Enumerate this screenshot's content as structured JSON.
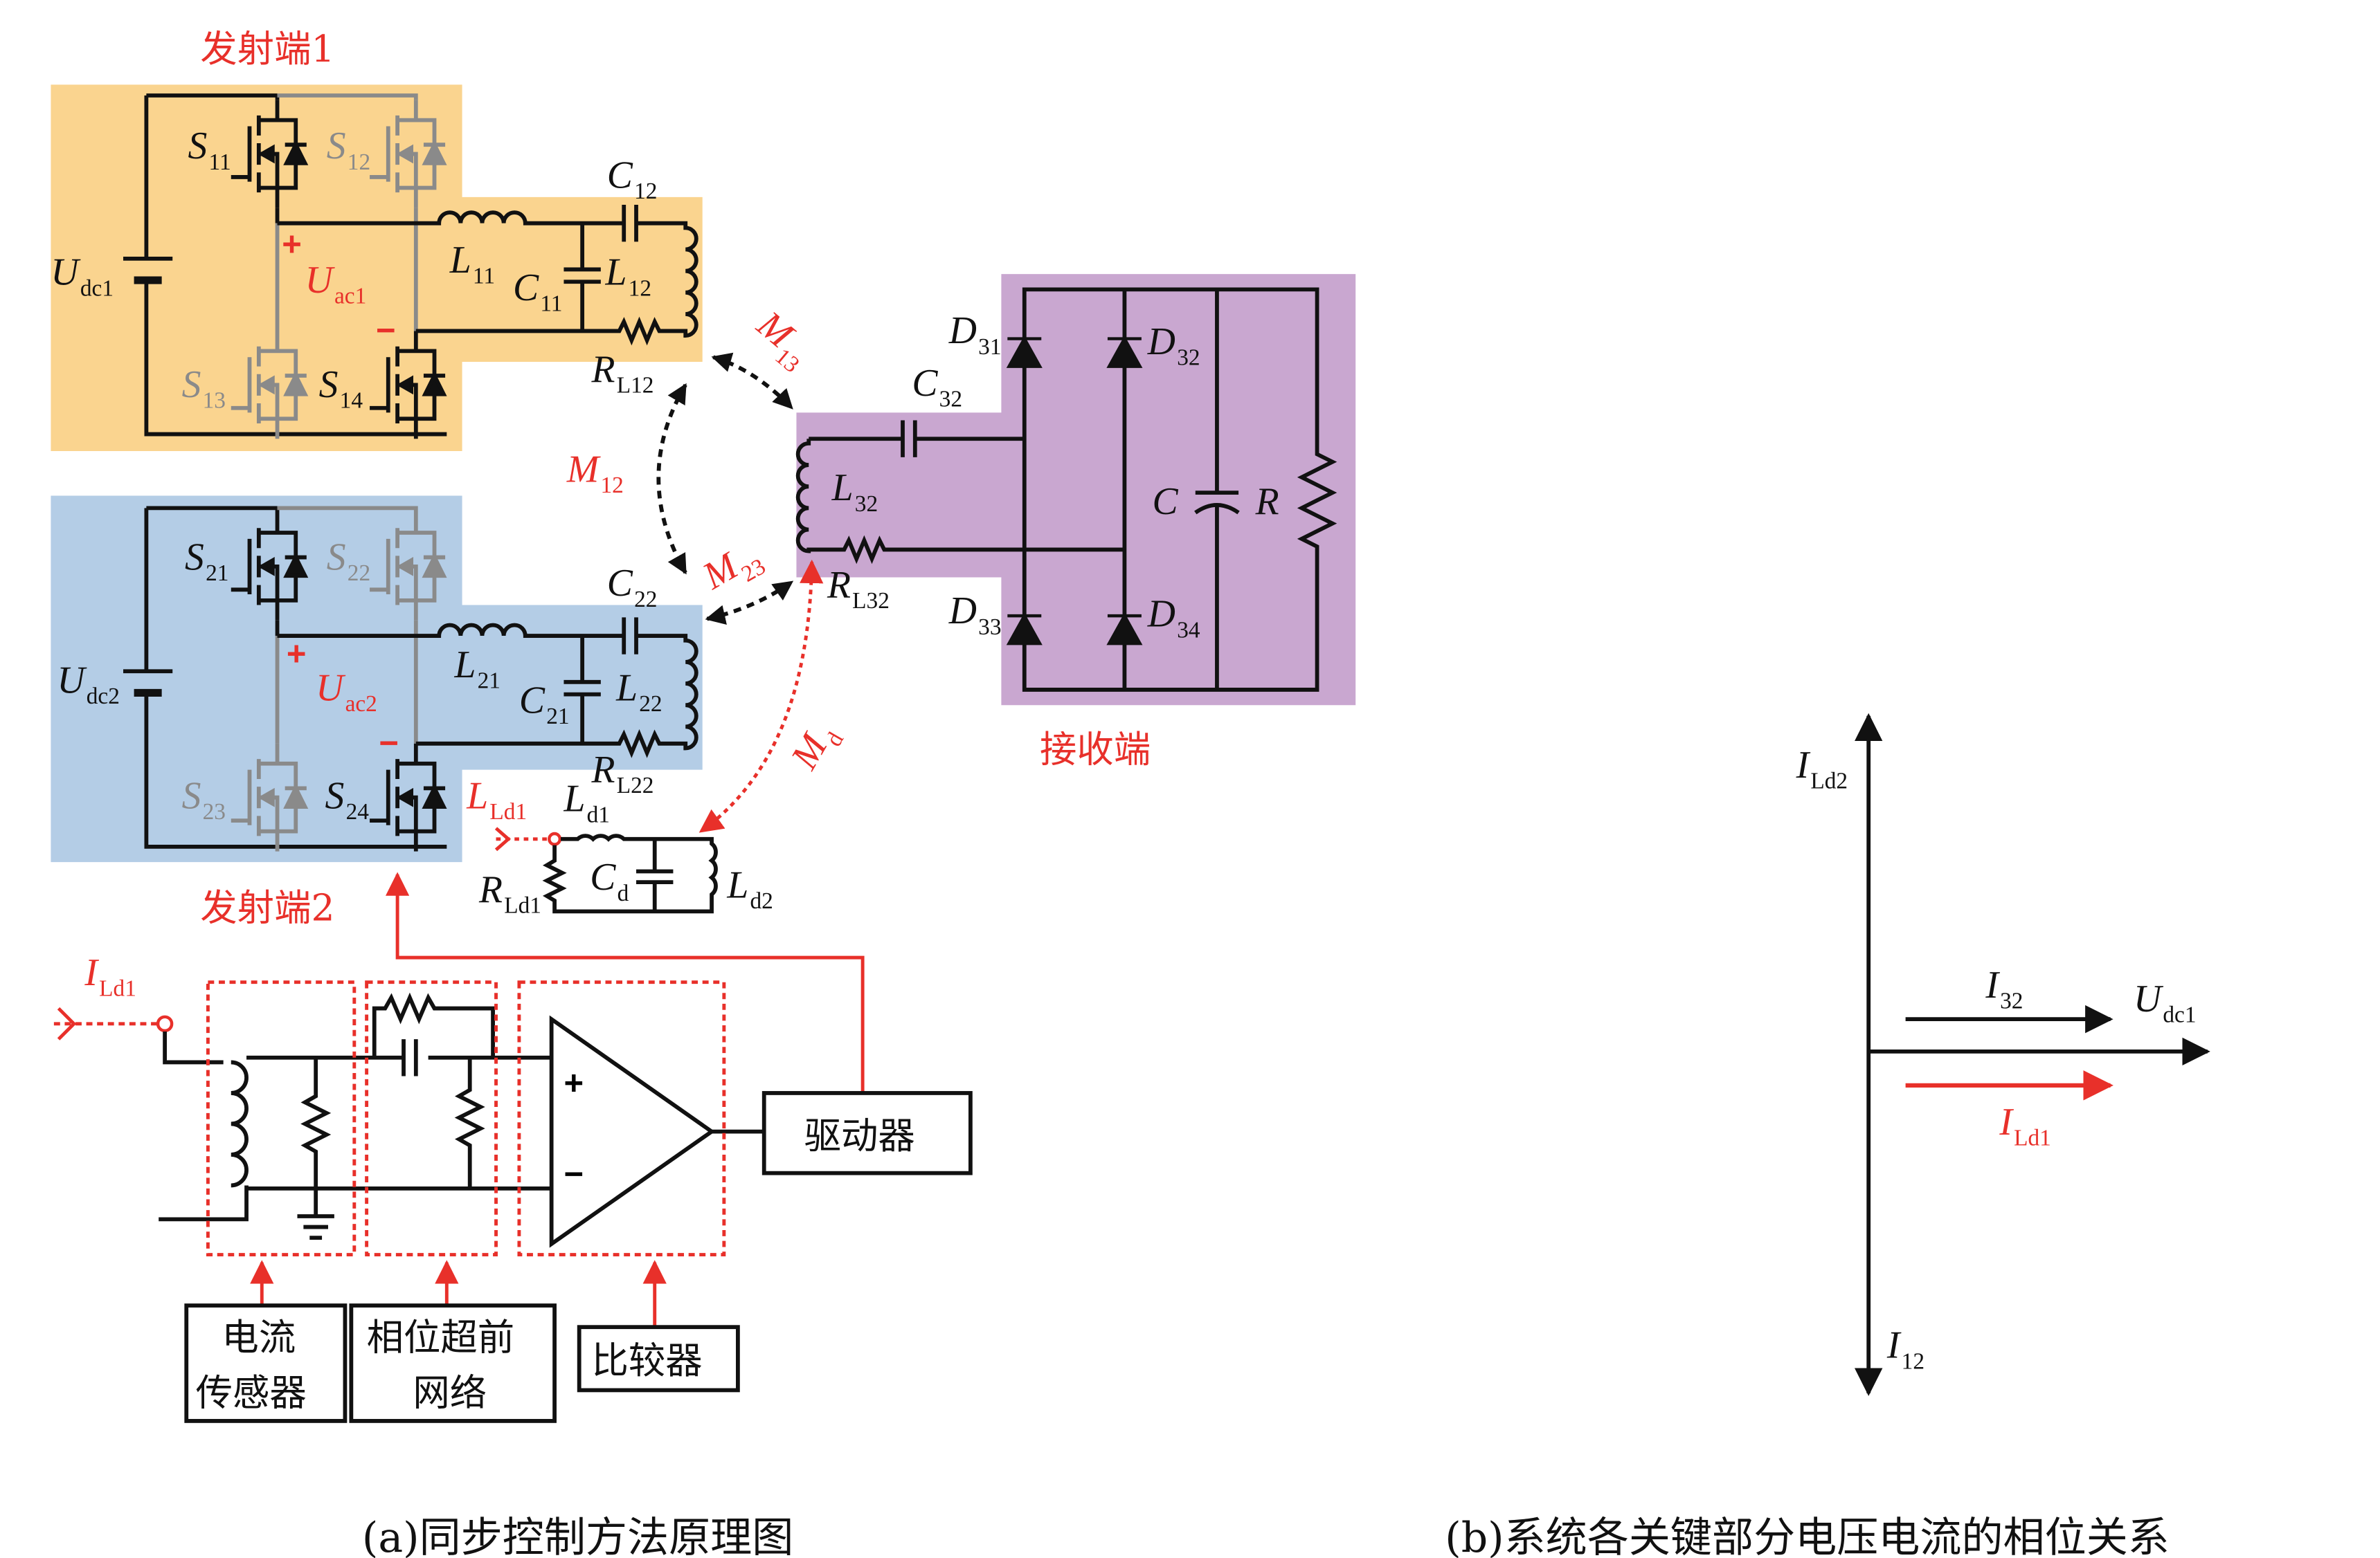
{
  "titles": {
    "tx1": "发射端1",
    "tx2": "发射端2",
    "rx": "接收端",
    "driver": "驱动器",
    "sensor_l1": "电流",
    "sensor_l2": "传感器",
    "phase_l1": "相位超前",
    "phase_l2": "网络",
    "comparator": "比较器",
    "plus": "+",
    "minus": "−",
    "caption_a": "(a)同步控制方法原理图",
    "caption_b": "(b)系统各关键部分电压电流的相位关系"
  },
  "colors": {
    "tx1_bg": "#fad48f",
    "tx2_bg": "#b4cde6",
    "rx_bg": "#c9a7d0",
    "accent": "#e8302a"
  },
  "labels": {
    "S11": {
      "t": "S",
      "s": "11"
    },
    "S12": {
      "t": "S",
      "s": "12"
    },
    "S13": {
      "t": "S",
      "s": "13"
    },
    "S14": {
      "t": "S",
      "s": "14"
    },
    "Udc1": {
      "t": "U",
      "s": "dc1"
    },
    "Uac1": {
      "t": "U",
      "s": "ac1"
    },
    "L11": {
      "t": "L",
      "s": "11"
    },
    "C11": {
      "t": "C",
      "s": "11"
    },
    "L12": {
      "t": "L",
      "s": "12"
    },
    "C12": {
      "t": "C",
      "s": "12"
    },
    "RL12": {
      "t": "R",
      "s": "L12"
    },
    "S21": {
      "t": "S",
      "s": "21"
    },
    "S22": {
      "t": "S",
      "s": "22"
    },
    "S23": {
      "t": "S",
      "s": "23"
    },
    "S24": {
      "t": "S",
      "s": "24"
    },
    "Udc2": {
      "t": "U",
      "s": "dc2"
    },
    "Uac2": {
      "t": "U",
      "s": "ac2"
    },
    "L21": {
      "t": "L",
      "s": "21"
    },
    "C21": {
      "t": "C",
      "s": "21"
    },
    "L22": {
      "t": "L",
      "s": "22"
    },
    "C22": {
      "t": "C",
      "s": "22"
    },
    "RL22": {
      "t": "R",
      "s": "L22"
    },
    "M13": {
      "t": "M",
      "s": "13"
    },
    "M12": {
      "t": "M",
      "s": "12"
    },
    "M23": {
      "t": "M",
      "s": "23"
    },
    "Md": {
      "t": "M",
      "s": "d"
    },
    "D31": {
      "t": "D",
      "s": "31"
    },
    "D32": {
      "t": "D",
      "s": "32"
    },
    "D33": {
      "t": "D",
      "s": "33"
    },
    "D34": {
      "t": "D",
      "s": "34"
    },
    "C32": {
      "t": "C",
      "s": "32"
    },
    "L32": {
      "t": "L",
      "s": "32"
    },
    "RL32": {
      "t": "R",
      "s": "L32"
    },
    "C": {
      "t": "C",
      "s": ""
    },
    "R": {
      "t": "R",
      "s": ""
    },
    "LLd1": {
      "t": "L",
      "s": "Ld1"
    },
    "Ld1": {
      "t": "L",
      "s": "d1"
    },
    "Cd": {
      "t": "C",
      "s": "d"
    },
    "Ld2": {
      "t": "L",
      "s": "d2"
    },
    "RLd1": {
      "t": "R",
      "s": "Ld1"
    },
    "ILd1_in": {
      "t": "I",
      "s": "Ld1"
    },
    "P_ILd2": {
      "t": "I",
      "s": "Ld2"
    },
    "P_I32": {
      "t": "I",
      "s": "32"
    },
    "P_Udc1": {
      "t": "U",
      "s": "dc1"
    },
    "P_ILd1": {
      "t": "I",
      "s": "Ld1"
    },
    "P_I12": {
      "t": "I",
      "s": "12"
    }
  }
}
